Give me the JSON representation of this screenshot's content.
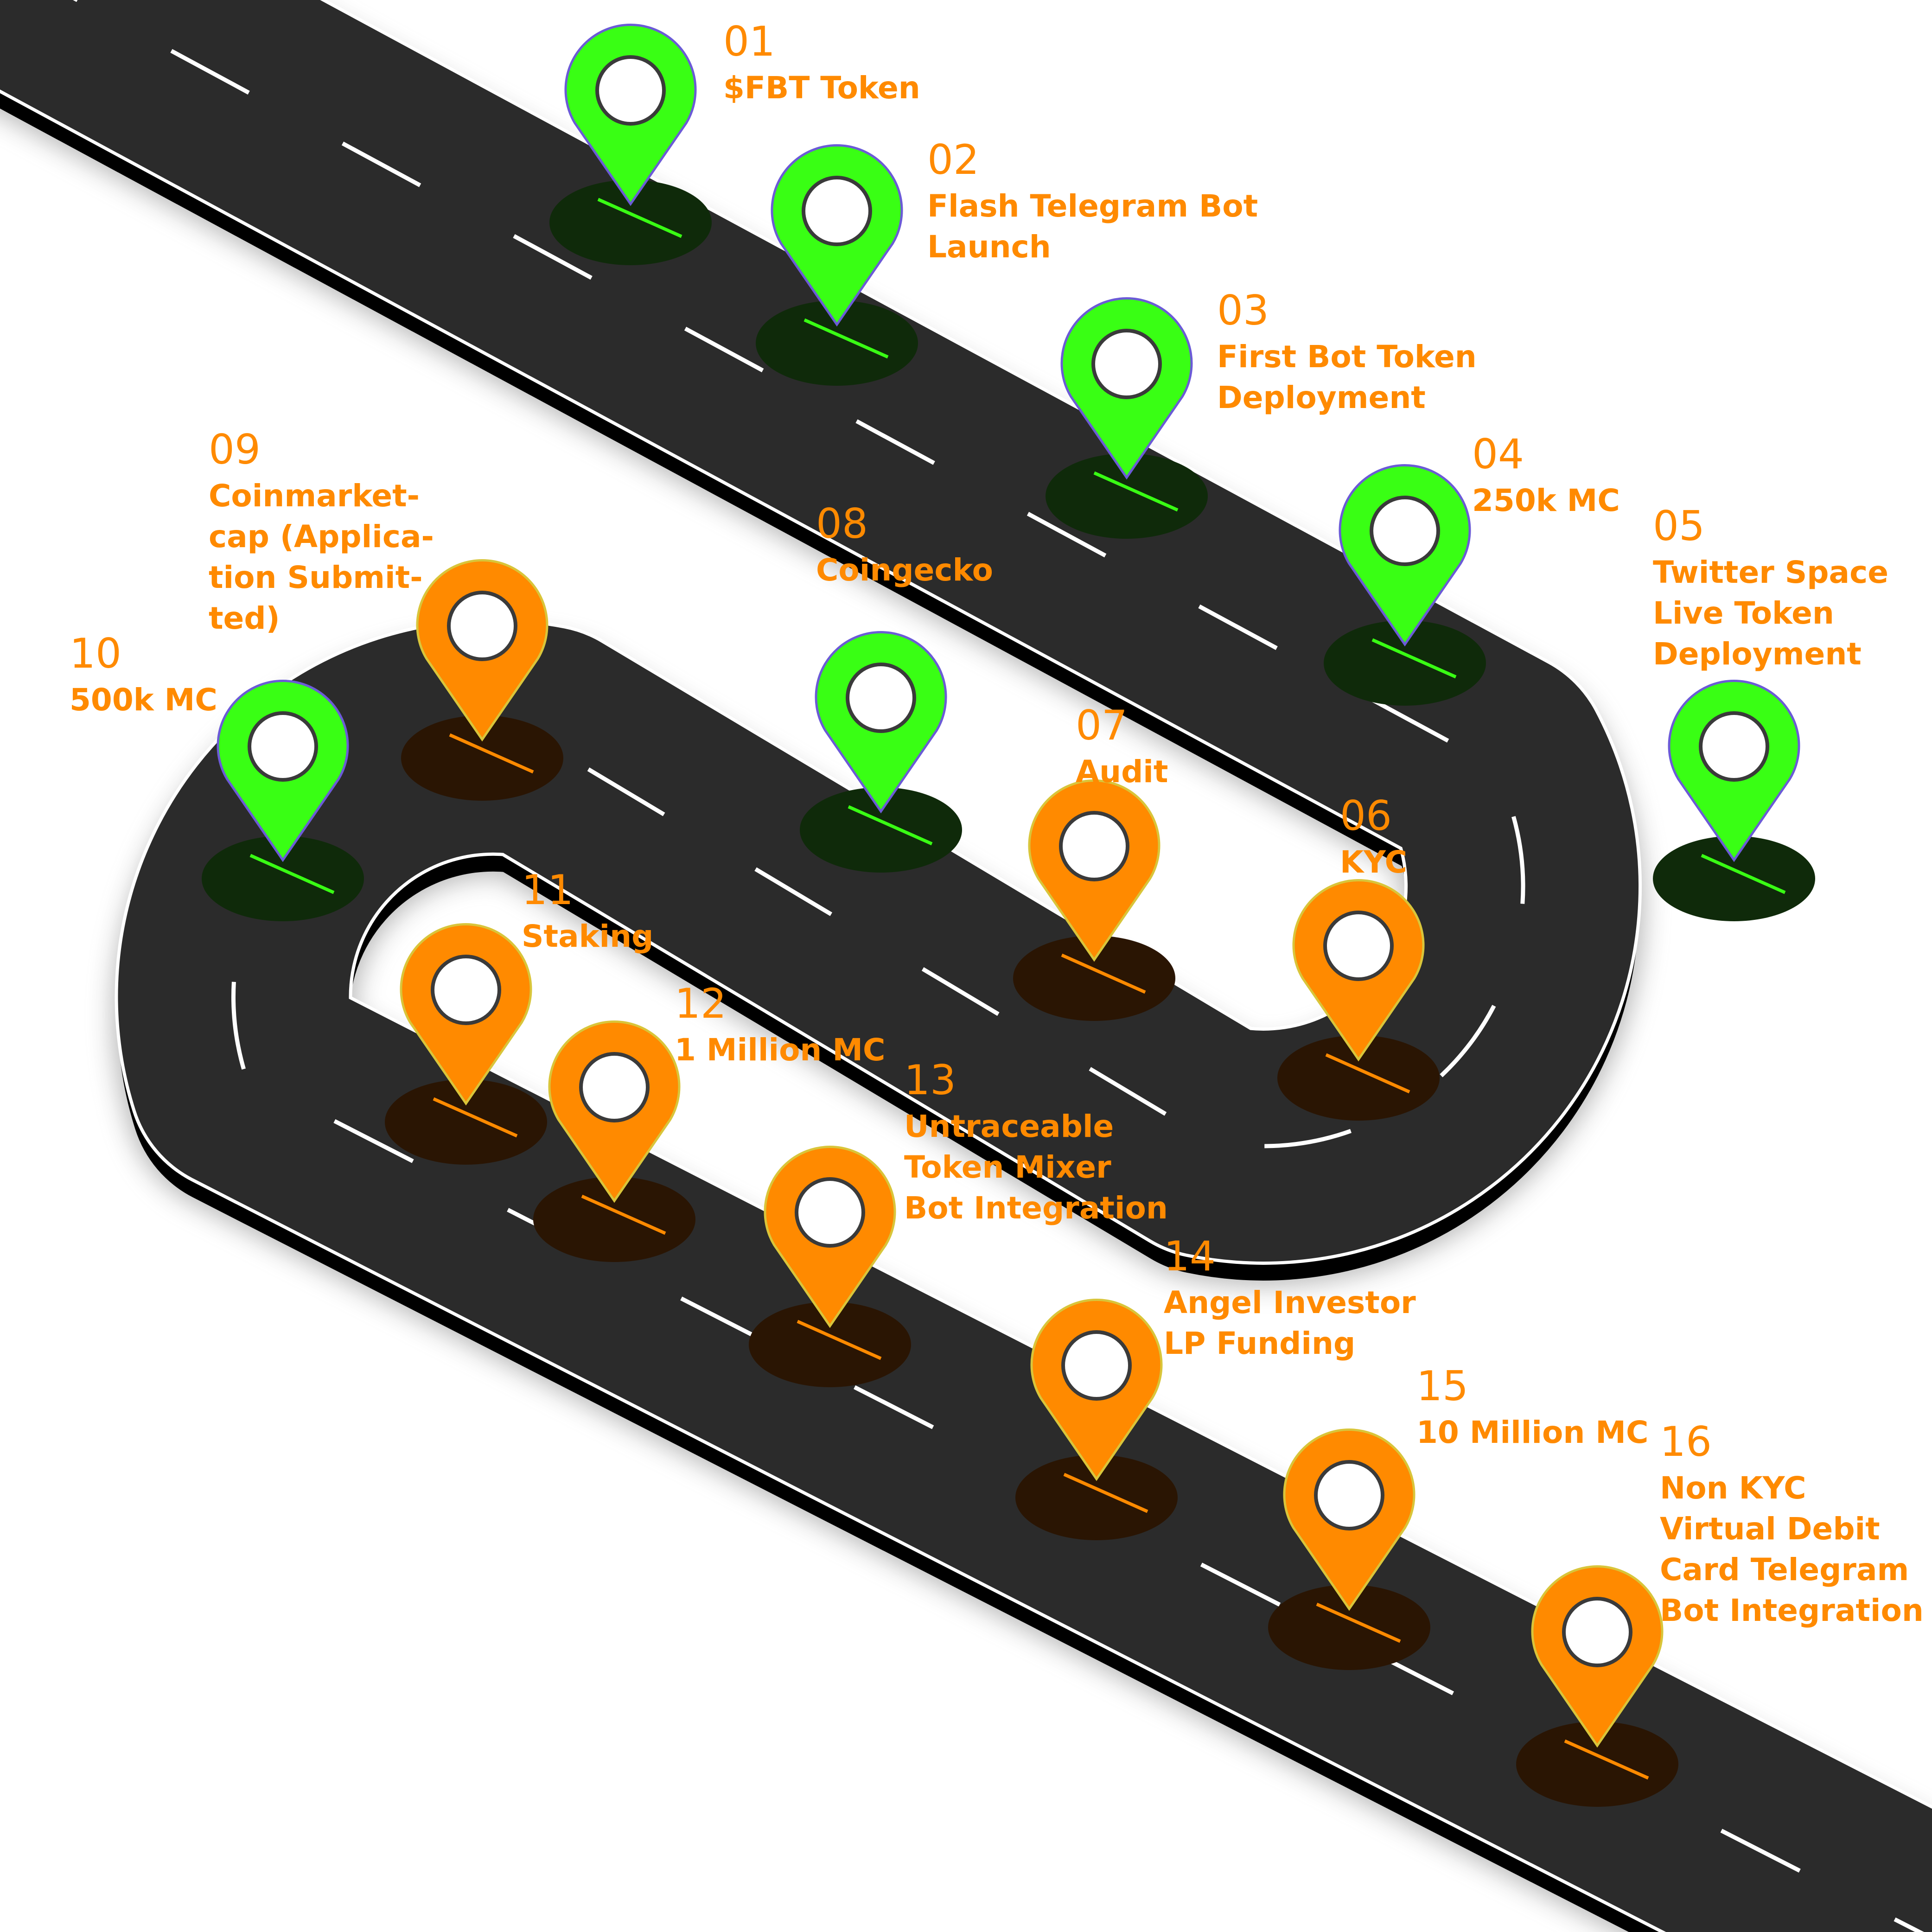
{
  "theme": {
    "background": "#ffffff",
    "road": "#2b2b2b",
    "road_edge": "#000000",
    "road_line": "#ffffff",
    "done": "#39ff14",
    "done_shadow": "#0f2a0a",
    "pending": "#ff8a00",
    "pending_shadow": "#2a1503",
    "label": "#ff8a00"
  },
  "milestones": [
    {
      "number": "01",
      "title": [
        "$FBT Token"
      ],
      "status": "done"
    },
    {
      "number": "02",
      "title": [
        "Flash Telegram Bot",
        "Launch"
      ],
      "status": "done"
    },
    {
      "number": "03",
      "title": [
        "First Bot Token",
        "Deployment"
      ],
      "status": "done"
    },
    {
      "number": "04",
      "title": [
        "250k MC"
      ],
      "status": "done"
    },
    {
      "number": "05",
      "title": [
        "Twitter Space",
        "Live Token",
        "Deployment"
      ],
      "status": "done"
    },
    {
      "number": "06",
      "title": [
        "KYC"
      ],
      "status": "pending"
    },
    {
      "number": "07",
      "title": [
        "Audit"
      ],
      "status": "pending"
    },
    {
      "number": "08",
      "title": [
        "Coingecko"
      ],
      "status": "done"
    },
    {
      "number": "09",
      "title": [
        "Coinmarket-",
        "cap (Applica-",
        "tion Submit-",
        "ted)"
      ],
      "status": "pending"
    },
    {
      "number": "10",
      "title": [
        "500k MC"
      ],
      "status": "done"
    },
    {
      "number": "11",
      "title": [
        "Staking"
      ],
      "status": "pending"
    },
    {
      "number": "12",
      "title": [
        "1 Million MC"
      ],
      "status": "pending"
    },
    {
      "number": "13",
      "title": [
        "Untraceable",
        "Token Mixer",
        "Bot Integration"
      ],
      "status": "pending"
    },
    {
      "number": "14",
      "title": [
        "Angel Investor",
        "LP Funding"
      ],
      "status": "pending"
    },
    {
      "number": "15",
      "title": [
        "10 Million MC"
      ],
      "status": "pending"
    },
    {
      "number": "16",
      "title": [
        "Non KYC",
        "Virtual Debit",
        "Card Telegram",
        "Bot Integration"
      ],
      "status": "pending"
    }
  ]
}
